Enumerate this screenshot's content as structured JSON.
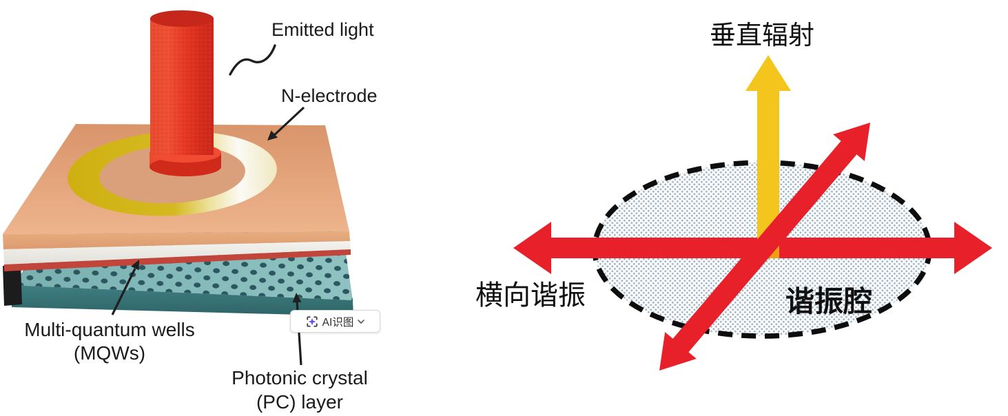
{
  "left_panel": {
    "labels": {
      "emitted_light": "Emitted light",
      "n_electrode": "N-electrode",
      "mqw_line1": "Multi-quantum wells",
      "mqw_line2": "(MQWs)",
      "pc_line1": "Photonic crystal",
      "pc_line2": "(PC) layer"
    },
    "ai_button": {
      "label": "AI识图"
    }
  },
  "right_panel": {
    "labels": {
      "vertical_radiation": "垂直辐射",
      "lateral_resonance": "横向谐振",
      "resonant_cavity": "谐振腔"
    }
  },
  "colors": {
    "arrow_red": "#e8202a",
    "arrow_yellow": "#f3c51d",
    "overlap_orange": "#f09f13",
    "cavity_pattern_dot": "#a3b8c8",
    "slab_salmon": "#e09d75",
    "electrode_gold": "#d4b91f",
    "pc_teal": "#82b7b6",
    "pc_teal_front": "#356f74",
    "mqw_red": "#c2453c",
    "beam_red": "#e93a27",
    "annotation_black": "#1f1f1f",
    "ai_icon_purple": "#6d5ce8"
  }
}
